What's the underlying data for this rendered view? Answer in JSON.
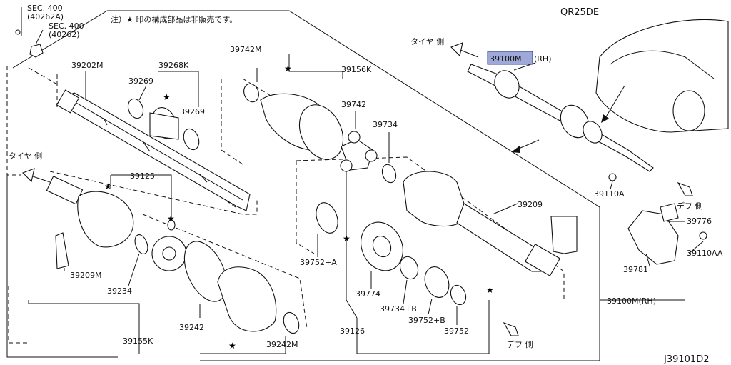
{
  "header": {
    "note": "注）★ 印の構成部品は非販売です。",
    "engine": "QR25DE",
    "diagram_id": "J39101D2"
  },
  "sides": {
    "tire_side": "タイヤ 側",
    "diff_side": "デフ 側"
  },
  "sections": [
    {
      "line1": "SEC. 400",
      "line2": "(40262A)"
    },
    {
      "line1": "SEC. 400",
      "line2": "(40262)"
    }
  ],
  "parts": {
    "p39202M": "39202M",
    "p39268K": "39268K",
    "p39269a": "39269",
    "p39269b": "39269",
    "p39742M": "39742M",
    "p39156K": "39156K",
    "p39742": "39742",
    "p39734": "39734",
    "p39100M_hl": "39100M",
    "rh_suffix": "(RH)",
    "p39125": "39125",
    "p39209M": "39209M",
    "p39234": "39234",
    "p39242": "39242",
    "p39155K": "39155K",
    "p39242M": "39242M",
    "p39752A": "39752+A",
    "p39774": "39774",
    "p39734B": "39734+B",
    "p39752B": "39752+B",
    "p39752": "39752",
    "p39126": "39126",
    "p39209": "39209",
    "p39100M_RH": "39100M(RH)",
    "p39110A": "39110A",
    "p39776": "39776",
    "p39110AA": "39110AA",
    "p39781": "39781"
  },
  "star": "★"
}
